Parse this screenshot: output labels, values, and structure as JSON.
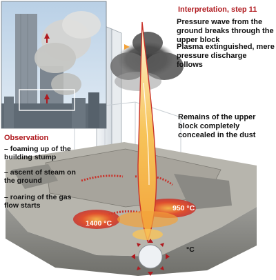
{
  "interpretation": {
    "title": "Interpretation, step 11",
    "line1": "Pressure wave from the ground breaks through the upper block",
    "line2": "Plasma extinguished, mere pressure discharge follows",
    "line3": "Remains of the upper block completely concealed in the dust"
  },
  "observation": {
    "title": "Observation",
    "items": [
      "– foaming up of the building stump",
      "– ascent of steam on the ground",
      "– roaring of the gas flow starts"
    ]
  },
  "temperatures": {
    "left": "1400 °C",
    "right": "950 °C",
    "bottom": "°C"
  },
  "colors": {
    "accent_red": "#b0191e",
    "flame_orange": "#f2a23a",
    "hot_red": "#d9342b",
    "sky_blue": "#a9c4df"
  }
}
